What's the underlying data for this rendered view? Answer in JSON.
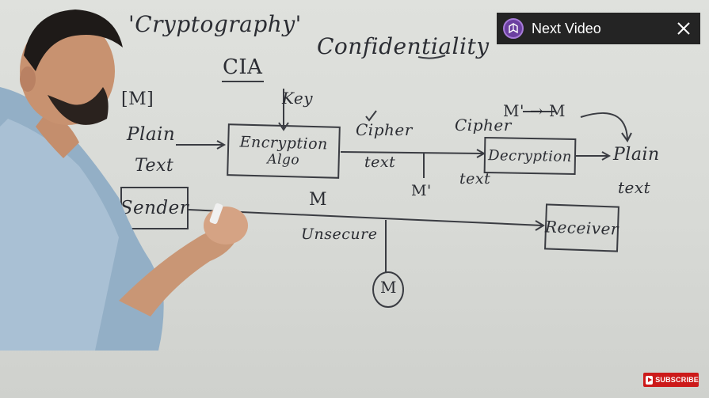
{
  "whiteboard": {
    "title": "'Cryptography'",
    "cia": "CIA",
    "confidentiality": "Confidentiality",
    "message_bracket": "[M]",
    "key": "Key",
    "plain_text_left_1": "Plain",
    "plain_text_left_2": "Text",
    "encryption_line_1": "Encryption",
    "encryption_line_2": "Algo",
    "cipher_text_1_a": "Cipher",
    "cipher_text_1_b": "text",
    "m_prime_mid": "M'",
    "cipher_text_2_a": "Cipher",
    "cipher_text_2_b": "text",
    "decryption": "Decryption",
    "m_prime_to_m": "M' → M",
    "plain_text_right_1": "Plain",
    "plain_text_right_2": "text",
    "sender": "Sender",
    "receiver": "Receiver",
    "m_channel": "M",
    "unsecure": "Unsecure",
    "m_circle": "M"
  },
  "overlay": {
    "next_video_label": "Next Video",
    "subscribe_label": "SUBSCRIBE"
  },
  "colors": {
    "marker": "#2b2d33",
    "overlay_bg": "#141414",
    "subscribe_red": "#cc1a1a"
  }
}
